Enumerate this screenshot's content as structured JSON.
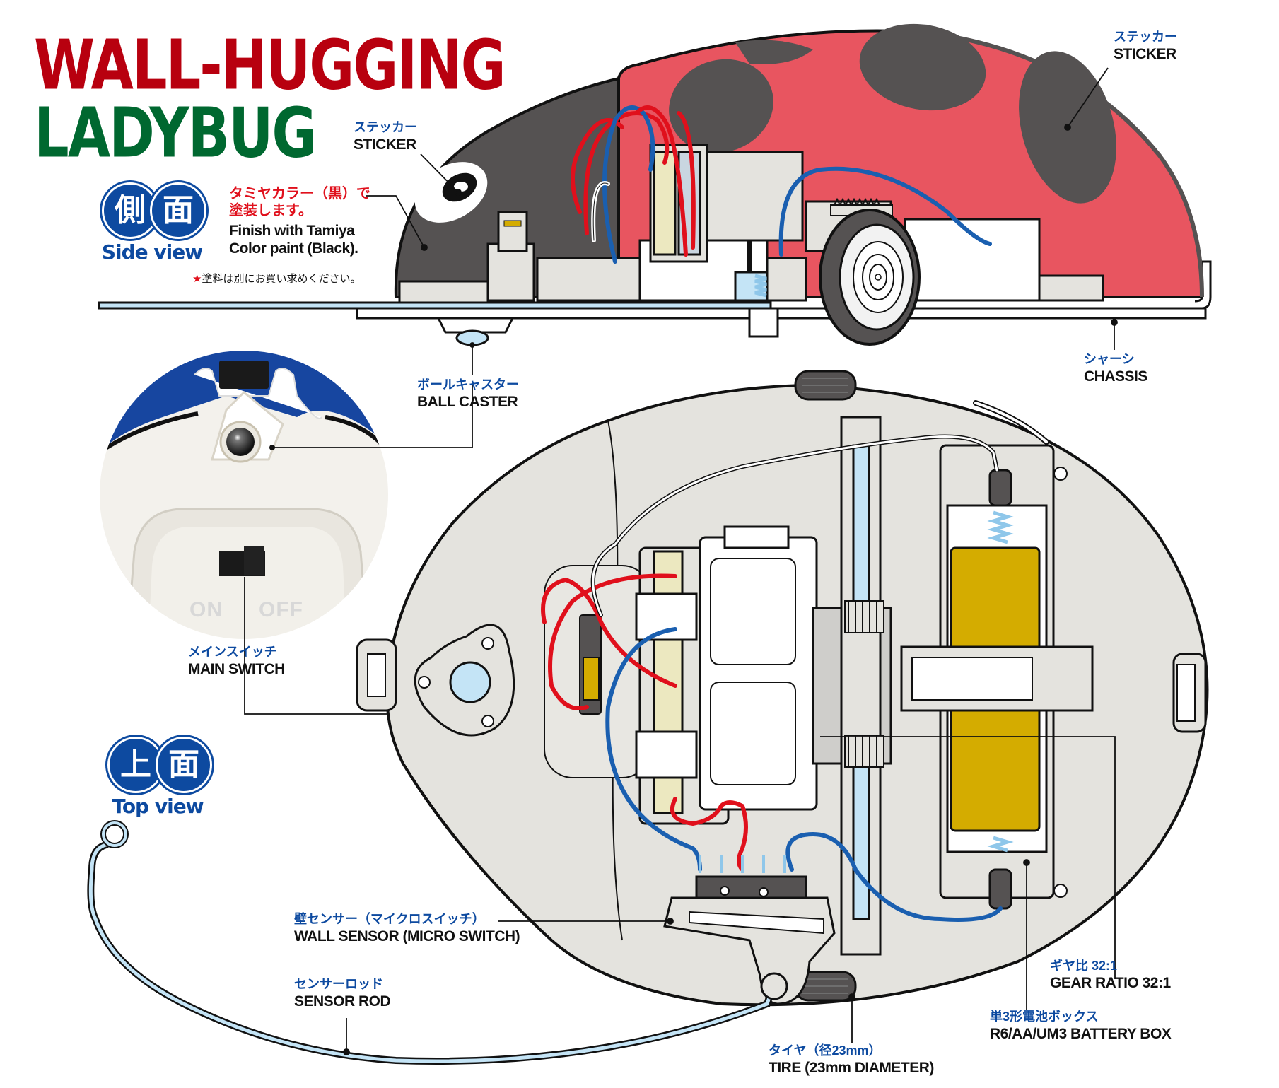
{
  "title": {
    "line1": "WALL-HUGGING",
    "line2": "LADYBUG"
  },
  "colors": {
    "title_red": "#b8000f",
    "title_green": "#006830",
    "label_blue": "#0d4aa0",
    "shell_red": "#e85560",
    "shell_dark": "#555252",
    "chassis_gray": "#e4e3de",
    "battery_yellow": "#d4ac00",
    "wire_red": "#e0101c",
    "wire_blue": "#1a5fb0",
    "rod_blue": "#c4e4f6"
  },
  "badges": {
    "side_view": {
      "kanji_1": "側",
      "kanji_2": "面",
      "caption": "Side view"
    },
    "top_view": {
      "kanji_1": "上",
      "kanji_2": "面",
      "caption": "Top view"
    }
  },
  "paint_note": {
    "jp_line1": "タミヤカラー（黒）で",
    "jp_line2": "塗装します。",
    "en_line1": "Finish with Tamiya",
    "en_line2": "Color paint (Black).",
    "star": "★",
    "footnote": "塗料は別にお買い求めください。"
  },
  "photo_inset": {
    "switch_on": "ON",
    "switch_off": "OFF"
  },
  "callouts": {
    "sticker_front": {
      "jp": "ステッカー",
      "en": "STICKER"
    },
    "sticker_rear": {
      "jp": "ステッカー",
      "en": "STICKER"
    },
    "chassis": {
      "jp": "シャーシ",
      "en": "CHASSIS"
    },
    "ball_caster": {
      "jp": "ボールキャスター",
      "en": "BALL CASTER"
    },
    "main_switch": {
      "jp": "メインスイッチ",
      "en": "MAIN SWITCH"
    },
    "wall_sensor": {
      "jp": "壁センサー（マイクロスイッチ）",
      "en": "WALL SENSOR (MICRO SWITCH)"
    },
    "sensor_rod": {
      "jp": "センサーロッド",
      "en": "SENSOR ROD"
    },
    "tire": {
      "jp": "タイヤ（径23mm）",
      "en": "TIRE (23mm DIAMETER)"
    },
    "gear_ratio": {
      "jp": "ギヤ比 32:1",
      "en": "GEAR RATIO  32:1"
    },
    "battery_box": {
      "jp": "単3形電池ボックス",
      "en": "R6/AA/UM3 BATTERY BOX"
    }
  }
}
